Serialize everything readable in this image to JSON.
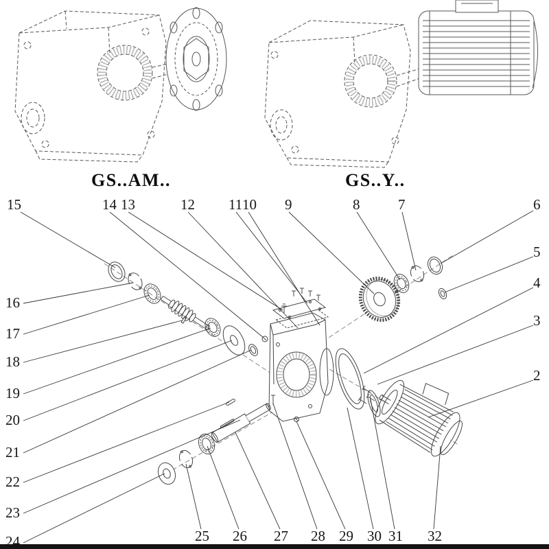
{
  "page": {
    "background": "#ffffff",
    "ink": "#333333"
  },
  "diagram": {
    "variants": [
      {
        "label": "GS..AM.."
      },
      {
        "label": "GS..Y.."
      }
    ]
  },
  "callouts": {
    "top": [
      "15",
      "14",
      "13",
      "12",
      "11",
      "10",
      "9",
      "8",
      "7",
      "6"
    ],
    "right": [
      "5",
      "4",
      "3",
      "2"
    ],
    "left": [
      "16",
      "17",
      "18",
      "19",
      "20",
      "21",
      "22",
      "23",
      "24"
    ],
    "bottom": [
      "25",
      "26",
      "27",
      "28",
      "29",
      "30",
      "31",
      "32"
    ]
  }
}
